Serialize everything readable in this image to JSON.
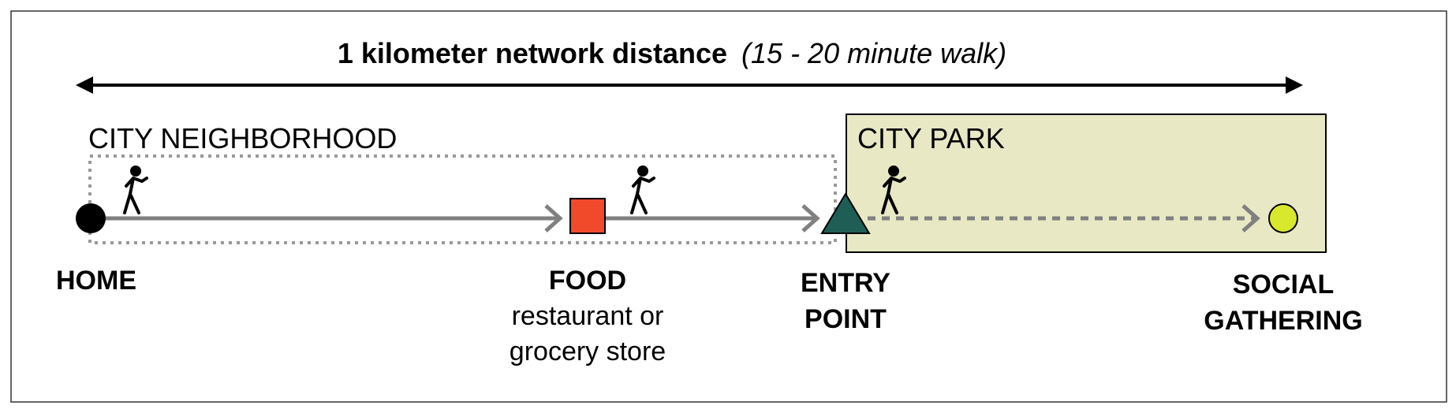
{
  "header": {
    "distance_bold": "1 kilometer network distance",
    "distance_italic": "(15 - 20 minute walk)"
  },
  "zones": {
    "neighborhood": "CITY NEIGHBORHOOD",
    "park": "CITY PARK"
  },
  "stops": {
    "home": {
      "title": "HOME"
    },
    "food": {
      "title": "FOOD",
      "detail_line1": "restaurant or",
      "detail_line2": "grocery store"
    },
    "entry": {
      "title_line1": "ENTRY",
      "title_line2": "POINT"
    },
    "social": {
      "title_line1": "SOCIAL",
      "title_line2": "GATHERING"
    }
  },
  "colors": {
    "frame": "#333333",
    "path": "#808080",
    "park_fill": "#e8e8c5",
    "home": "#000000",
    "food": "#f04a2a",
    "entry": "#1f5e55",
    "social": "#d8e82c"
  },
  "icons": [
    "double-arrow-icon",
    "walker-icon",
    "home-circle-icon",
    "food-square-icon",
    "entry-triangle-icon",
    "social-circle-icon"
  ]
}
